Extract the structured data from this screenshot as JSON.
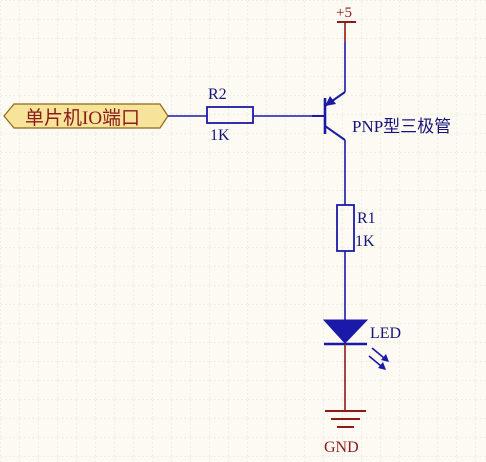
{
  "colors": {
    "background": "#fcfaf2",
    "grid": "#e6e2d2",
    "wire": "#1a1aa8",
    "power": "#8b1a1a",
    "port_fill": "#f7e49a",
    "port_stroke": "#8b6914",
    "port_text": "#8b1a1a",
    "label_text": "#14147a"
  },
  "schematic": {
    "port": {
      "label": "单片机IO端口"
    },
    "r2": {
      "ref": "R2",
      "value": "1K"
    },
    "transistor": {
      "label": "PNP型三极管"
    },
    "power": {
      "label": "+5"
    },
    "r1": {
      "ref": "R1",
      "value": "1K"
    },
    "led": {
      "label": "LED"
    },
    "ground": {
      "label": "GND"
    }
  }
}
